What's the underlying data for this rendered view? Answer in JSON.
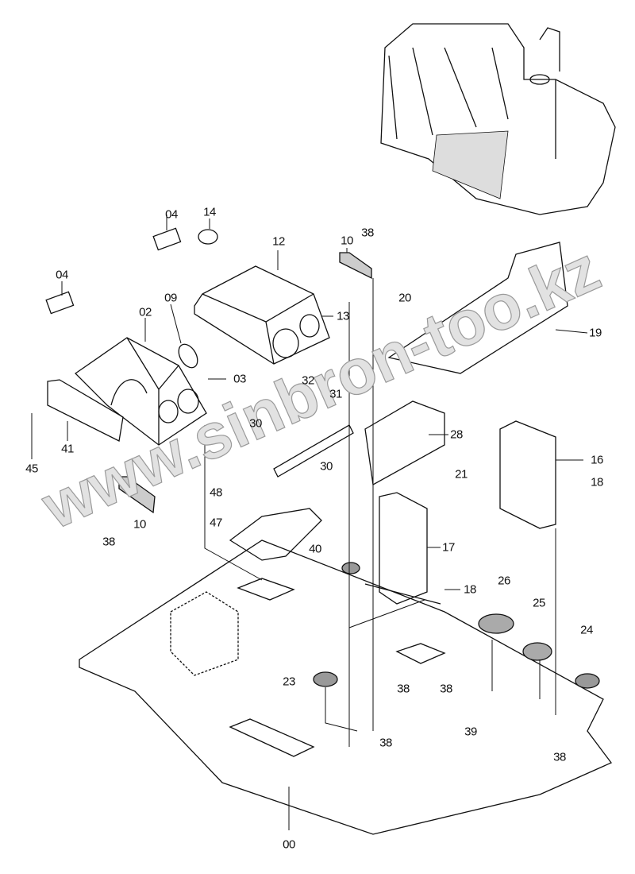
{
  "diagram": {
    "watermark": "www.sinbron-too.kz",
    "part_labels": [
      "04",
      "14",
      "12",
      "10",
      "38",
      "04",
      "09",
      "02",
      "20",
      "13",
      "19",
      "03",
      "32",
      "31",
      "28",
      "30",
      "30",
      "16",
      "21",
      "18",
      "45",
      "41",
      "48",
      "10",
      "38",
      "47",
      "17",
      "40",
      "18",
      "26",
      "25",
      "24",
      "23",
      "38",
      "38",
      "39",
      "38",
      "38",
      "00"
    ]
  }
}
